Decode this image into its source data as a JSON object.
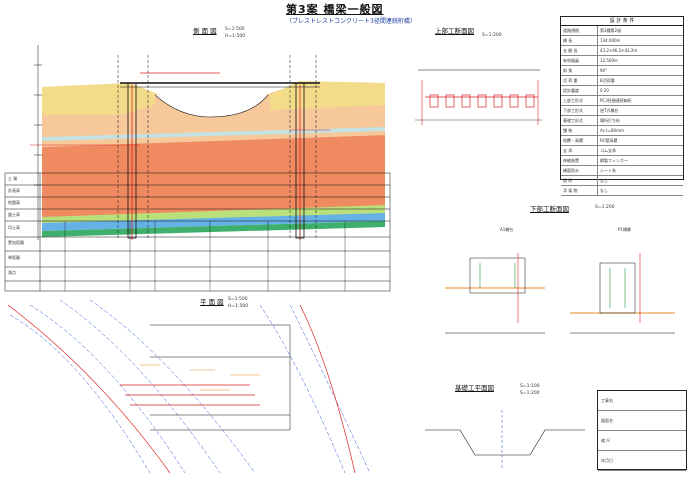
{
  "header": {
    "title": "第3案 橋梁一般図",
    "subtitle": "（プレストレストコンクリート3径間連続桁橋）"
  },
  "views": {
    "side_view": {
      "label": "側 面 図",
      "scale": [
        "S=1:500",
        "H=1:500"
      ]
    },
    "cross_section": {
      "label": "上部工断面図",
      "scale": "S=1:200"
    },
    "plan_view": {
      "label": "平 面 図",
      "scale": [
        "S=1:500",
        "H=1:500"
      ]
    },
    "substructure": {
      "label": "下部工断面図",
      "scale": "S=1:200",
      "left": "A1橋台",
      "right": "P1橋脚"
    },
    "foundation": {
      "label": "基礎工平面図",
      "scale": [
        "S=1:100",
        "S=1:200"
      ]
    }
  },
  "profile_rows": [
    "土 質",
    "計画高",
    "地盤高",
    "盛土高",
    "切土高",
    "累加距離",
    "単距離",
    "測点"
  ],
  "spec_table": {
    "title": "設 計 条 件",
    "rows": [
      [
        "道路規格",
        "第3種第2級"
      ],
      [
        "橋 長",
        "134.000m"
      ],
      [
        "支 間 長",
        "43.2+46.2+43.2m"
      ],
      [
        "有効幅員",
        "12.500m"
      ],
      [
        "斜 角",
        "90°"
      ],
      [
        "活 荷 重",
        "B活荷重"
      ],
      [
        "設計震度",
        "0.20"
      ],
      [
        "上部工形式",
        "PC3径間連続箱桁"
      ],
      [
        "下部工形式",
        "逆T式橋台"
      ],
      [
        "基礎工形式",
        "場所打ち杭"
      ],
      [
        "舗 装",
        "As t=80mm"
      ],
      [
        "地覆・高欄",
        "RC壁高欄"
      ],
      [
        "支 承",
        "ゴム支承"
      ],
      [
        "伸縮装置",
        "鋼製フィンガー"
      ],
      [
        "橋面防水",
        "シート系"
      ],
      [
        "照 明",
        "なし"
      ],
      [
        "添 架 物",
        "なし"
      ]
    ]
  },
  "title_block": {
    "rows": [
      "工事名",
      "図面名",
      "縮 尺",
      "年月日"
    ]
  }
}
